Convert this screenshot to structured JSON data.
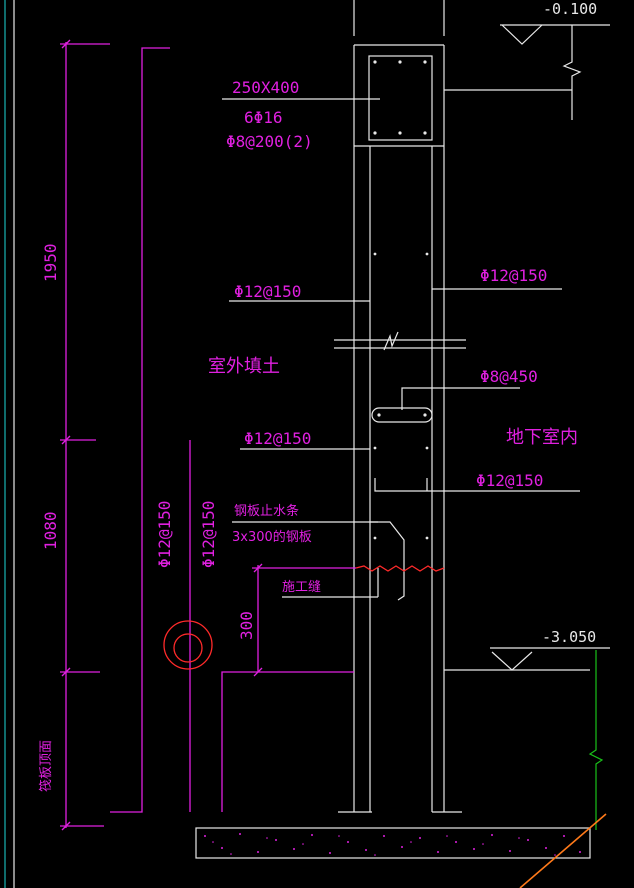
{
  "elevations": {
    "top": "-0.100",
    "bottom": "-3.050"
  },
  "beam": {
    "size": "250X400",
    "main_bars": "6Φ16",
    "stirrups": "Φ8@200(2)"
  },
  "wall_rebar": {
    "outer_upper": "Φ12@150",
    "inner_upper": "Φ12@150",
    "tie": "Φ8@450",
    "outer_lower": "Φ12@150",
    "inner_lower": "Φ12@150",
    "vertical_left": "Φ12@150",
    "vertical_right": "Φ12@150"
  },
  "labels": {
    "outside_fill": "室外填土",
    "basement_interior": "地下室内",
    "waterstop_1": "钢板止水条",
    "waterstop_2": "3x300的钢板",
    "construction_joint": "施工缝",
    "foundation_top": "筏板顶面"
  },
  "dimensions": {
    "upper": "1950",
    "lower": "1080",
    "joint": "300"
  }
}
